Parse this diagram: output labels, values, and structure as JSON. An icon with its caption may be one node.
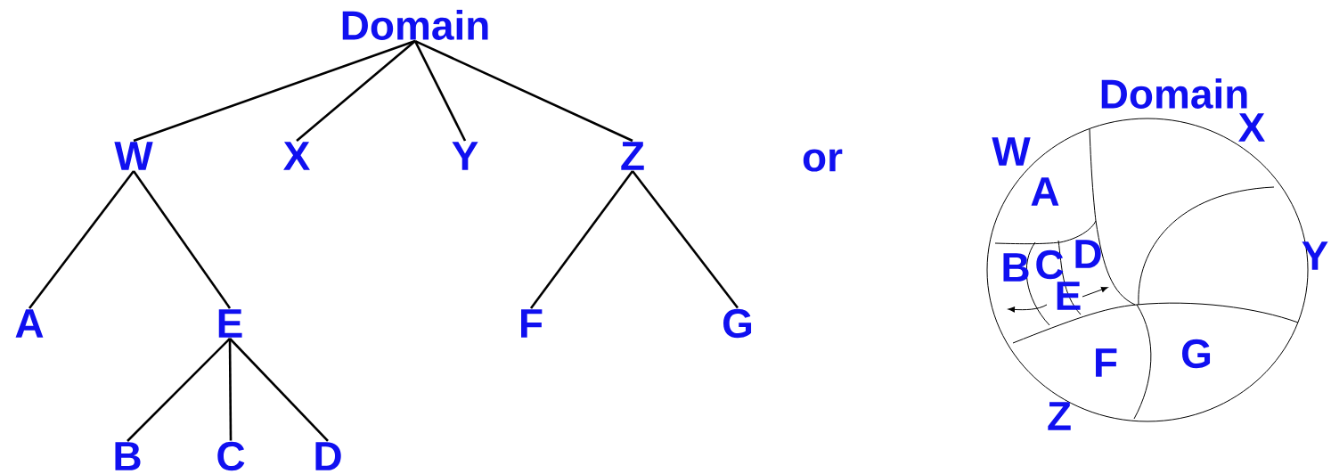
{
  "diagram": {
    "nodes": [
      {
        "text": [
          "Domain"
        ]
      },
      {
        "text": [
          "W"
        ]
      },
      {
        "text": [
          "X"
        ]
      },
      {
        "text": [
          "Y"
        ]
      },
      {
        "text": [
          "Z"
        ]
      },
      {
        "text": [
          "A"
        ]
      },
      {
        "text": [
          "E"
        ]
      },
      {
        "text": [
          "F"
        ]
      },
      {
        "text": [
          "G"
        ]
      },
      {
        "text": [
          "B"
        ]
      },
      {
        "text": [
          "C"
        ]
      },
      {
        "text": [
          "D"
        ]
      }
    ],
    "edges": [
      {
        "from": 0,
        "to": 1,
        "arrow": "none"
      },
      {
        "from": 0,
        "to": 2,
        "arrow": "none"
      },
      {
        "from": 0,
        "to": 3,
        "arrow": "none"
      },
      {
        "from": 0,
        "to": 4,
        "arrow": "none"
      },
      {
        "from": 1,
        "to": 5,
        "arrow": "none"
      },
      {
        "from": 1,
        "to": 6,
        "arrow": "none"
      },
      {
        "from": 4,
        "to": 7,
        "arrow": "none"
      },
      {
        "from": 4,
        "to": 8,
        "arrow": "none"
      },
      {
        "from": 6,
        "to": 9,
        "arrow": "none"
      },
      {
        "from": 6,
        "to": 10,
        "arrow": "none"
      },
      {
        "from": 6,
        "to": 11,
        "arrow": "none"
      }
    ],
    "labels": [
      "or",
      "Domain",
      "X",
      "W",
      "A",
      "D",
      "B",
      "C",
      "E",
      "Y",
      "F",
      "G",
      "Z"
    ]
  }
}
